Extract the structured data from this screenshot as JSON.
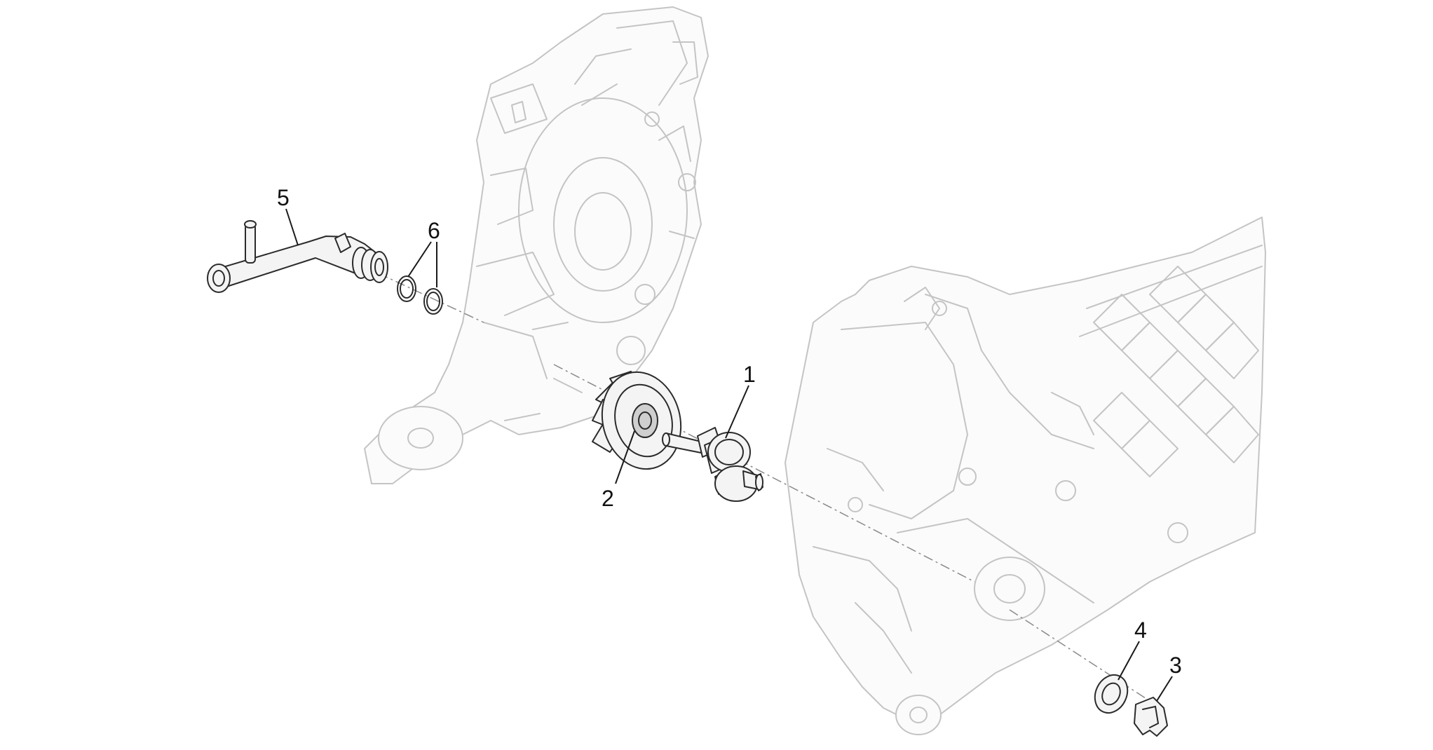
{
  "callouts": [
    {
      "id": "1",
      "label": "1"
    },
    {
      "id": "2",
      "label": "2"
    },
    {
      "id": "3",
      "label": "3"
    },
    {
      "id": "4",
      "label": "4"
    },
    {
      "id": "5",
      "label": "5"
    },
    {
      "id": "6",
      "label": "6"
    }
  ],
  "colors": {
    "part_outline": "#2b2b2b",
    "housing_outline": "#c4c4c4",
    "background": "#ffffff"
  }
}
